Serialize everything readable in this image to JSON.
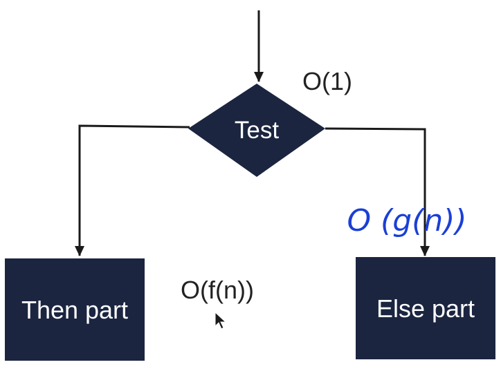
{
  "diagram": {
    "decision": {
      "label": "Test",
      "complexity": "O(1)"
    },
    "then_branch": {
      "label": "Then part",
      "complexity": "O(f(n))"
    },
    "else_branch": {
      "label": "Else part",
      "complexity_handwritten": "O (g(n))"
    },
    "colors": {
      "node_fill": "#1b2540",
      "node_text": "#ffffff",
      "line": "#1a1a1a",
      "annotation_text": "#222222",
      "handwriting": "#1a3fd6"
    }
  }
}
